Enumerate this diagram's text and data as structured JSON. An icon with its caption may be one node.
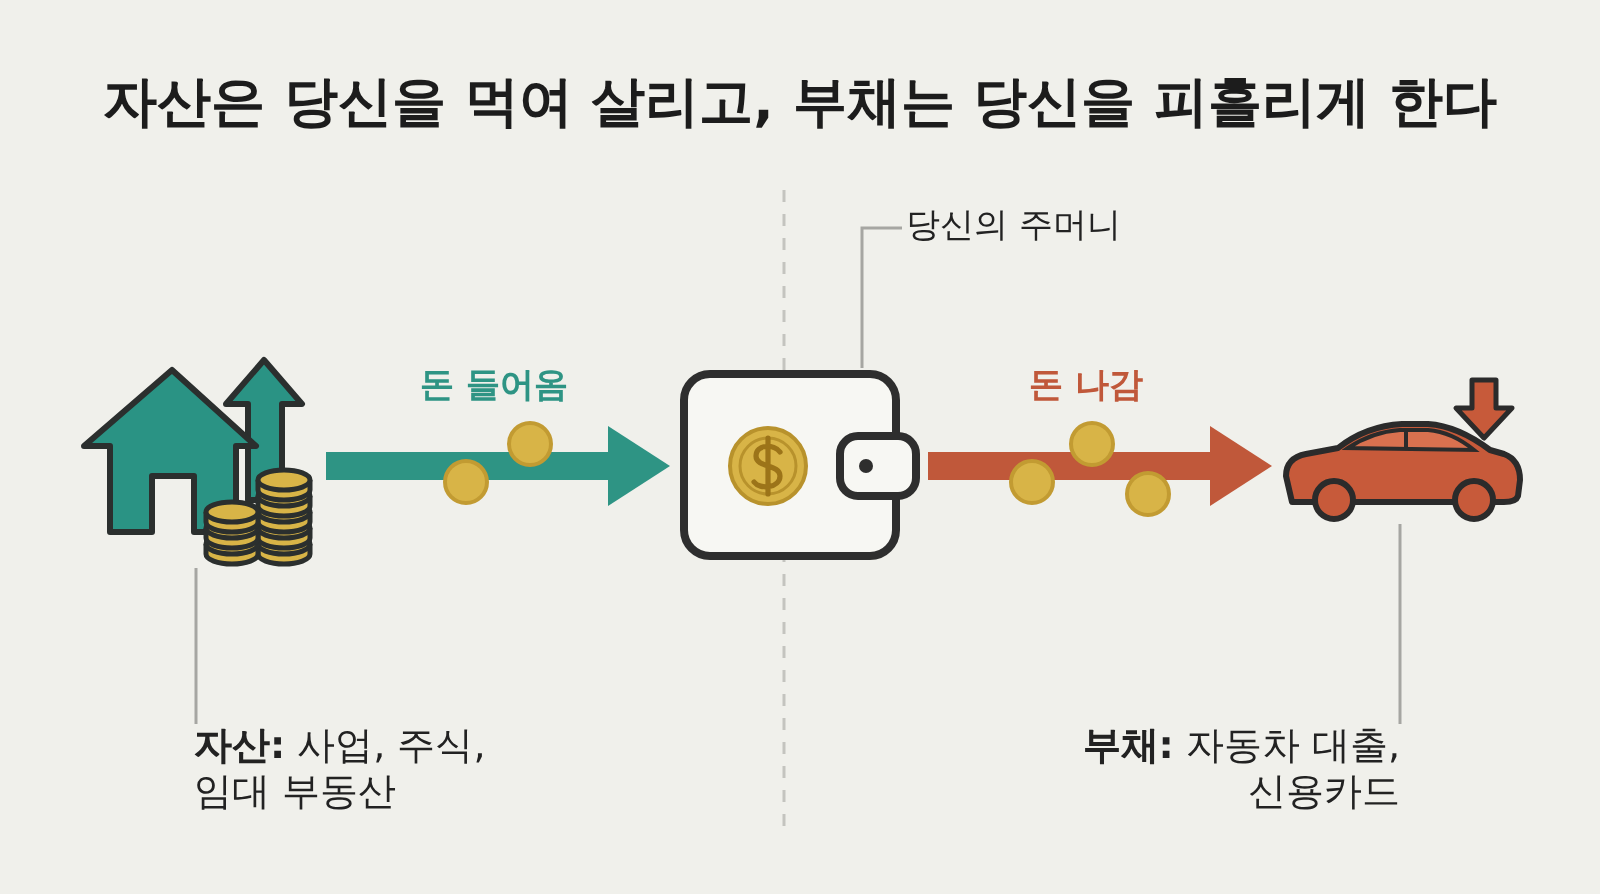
{
  "diagram": {
    "title": "자산은 당신을 먹여 살리고, 부채는 당신을 피흘리게 한다",
    "nodes": [
      {
        "text": [
          "당신의 주머니"
        ]
      },
      {
        "text": [],
        "shape": "picture"
      },
      {
        "text": [],
        "shape": "picture"
      },
      {
        "text": [],
        "shape": "picture"
      },
      {
        "text": [
          "**자산:** 사업, 주식, 임대 부동산"
        ]
      },
      {
        "text": [
          "**부채:** 자동차 대출, 신용카드"
        ]
      }
    ],
    "edges": [
      {
        "from": 1,
        "to": 2,
        "arrow": "to",
        "label": "돈 들어옴",
        "style": "thick",
        "color": "#2e9484"
      },
      {
        "from": 2,
        "to": 3,
        "arrow": "to",
        "label": "돈 나감",
        "style": "thick",
        "color": "#c0583a"
      },
      {
        "from": 0,
        "to": 2,
        "arrow": "none"
      },
      {
        "from": 4,
        "to": 1,
        "arrow": "none"
      },
      {
        "from": 5,
        "to": 3,
        "arrow": "none"
      }
    ]
  }
}
